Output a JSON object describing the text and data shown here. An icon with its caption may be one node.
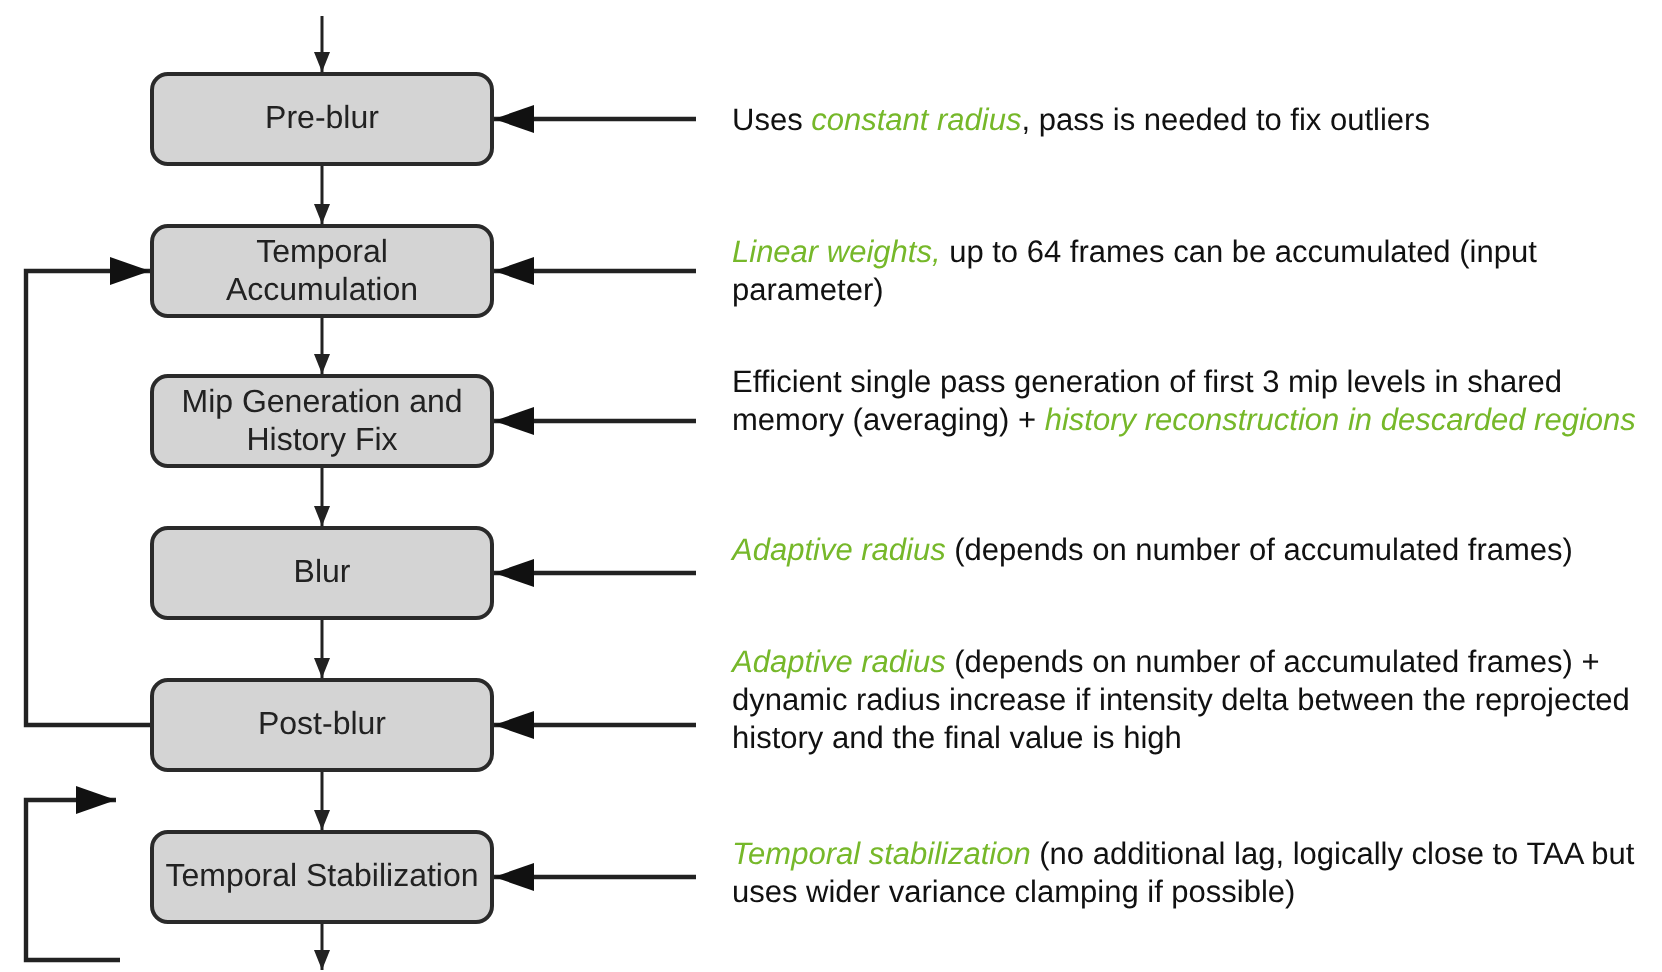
{
  "diagram": {
    "nodes": [
      {
        "text": [
          "Pre-blur"
        ]
      },
      {
        "text": [
          "Temporal Accumulation"
        ]
      },
      {
        "text": [
          "Mip Generation and History Fix"
        ]
      },
      {
        "text": [
          "Blur"
        ]
      },
      {
        "text": [
          "Post-blur"
        ]
      },
      {
        "text": [
          "Temporal Stabilization"
        ]
      },
      {
        "text": [
          "Uses *constant radius*, pass is needed to fix outliers"
        ]
      },
      {
        "text": [
          "*Linear weights,* up to 64 frames can be accumulated (input parameter)"
        ]
      },
      {
        "text": [
          "Efficient single pass generation of first 3 mip levels in shared memory (averaging) + *history reconstruction in descarded regions*"
        ]
      },
      {
        "text": [
          "*Adaptive radius* (depends on number of accumulated frames)"
        ]
      },
      {
        "text": [
          "*Adaptive radius* (depends on number of accumulated frames) + dynamic radius increase if intensity delta between the reprojected history and the final value is high"
        ]
      },
      {
        "text": [
          "*Temporal stabilization* (no additional lag, logically close to TAA but uses wider variance clamping if possible)"
        ]
      }
    ],
    "edges": [
      {
        "from": null,
        "to": 0,
        "arrow": "to"
      },
      {
        "from": 0,
        "to": 1,
        "arrow": "to"
      },
      {
        "from": 1,
        "to": 2,
        "arrow": "to"
      },
      {
        "from": 2,
        "to": 3,
        "arrow": "to"
      },
      {
        "from": 3,
        "to": 4,
        "arrow": "to"
      },
      {
        "from": 4,
        "to": 5,
        "arrow": "to"
      },
      {
        "from": 5,
        "to": null,
        "arrow": "to"
      },
      {
        "from": 4,
        "to": 1,
        "arrow": "to"
      },
      {
        "from": null,
        "to": 5,
        "arrow": "to"
      },
      {
        "from": 6,
        "to": 0,
        "arrow": "to"
      },
      {
        "from": 7,
        "to": 1,
        "arrow": "to"
      },
      {
        "from": 8,
        "to": 2,
        "arrow": "to"
      },
      {
        "from": 9,
        "to": 3,
        "arrow": "to"
      },
      {
        "from": 10,
        "to": 4,
        "arrow": "to"
      },
      {
        "from": 11,
        "to": 5,
        "arrow": "to"
      }
    ]
  }
}
